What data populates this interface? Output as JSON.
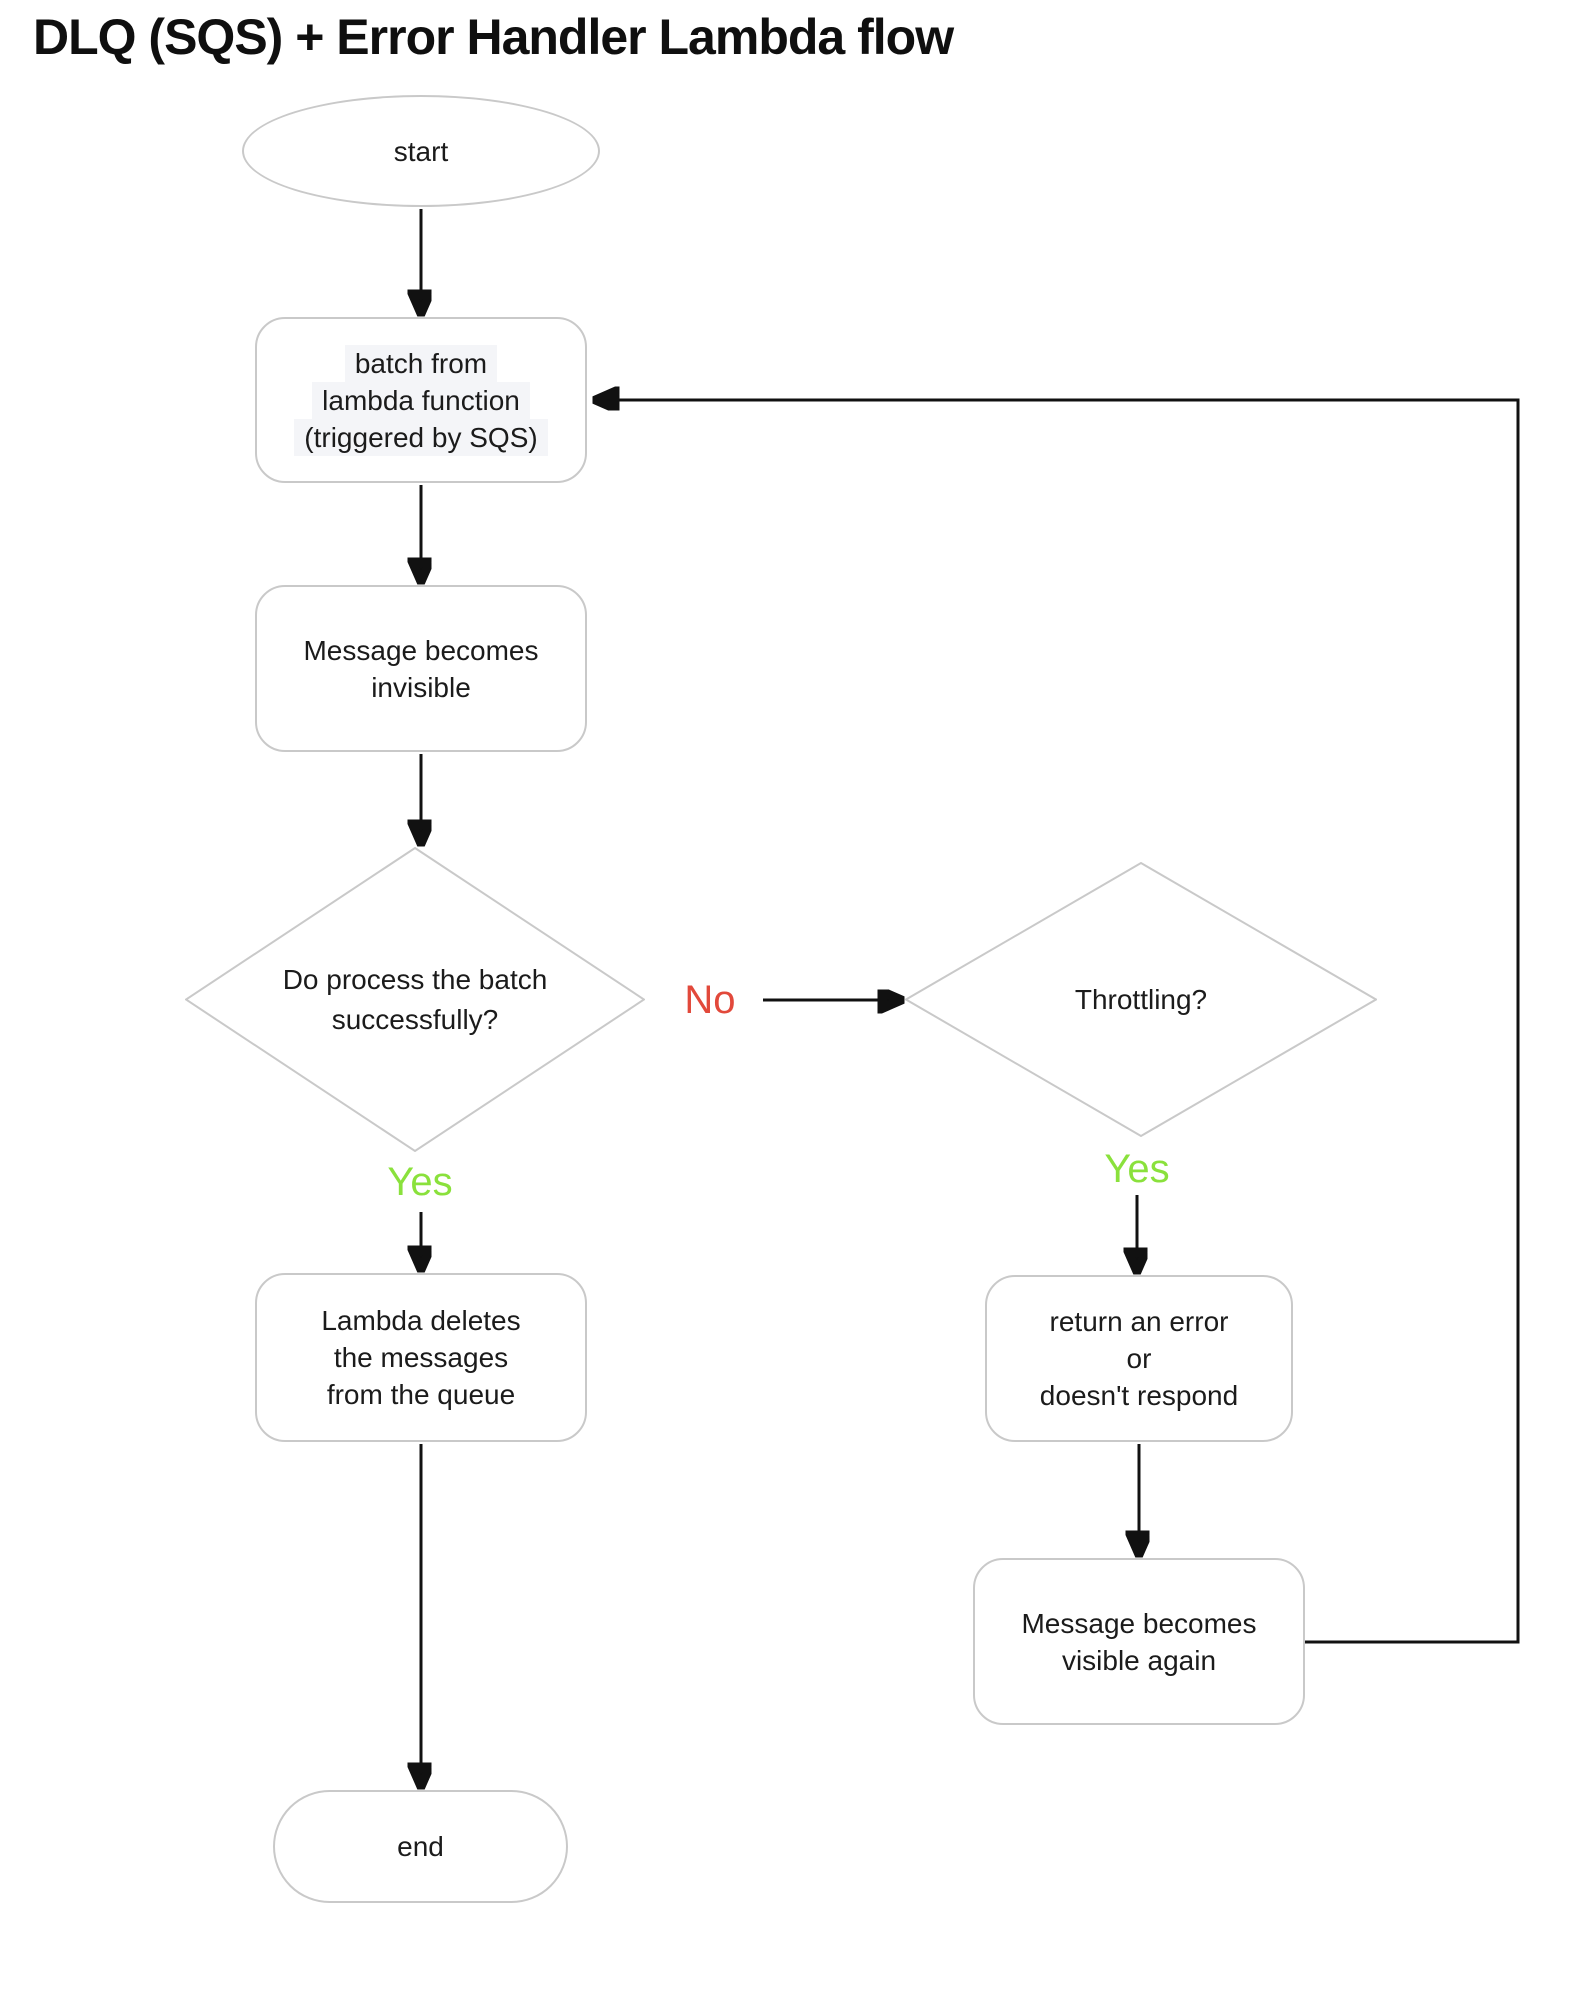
{
  "title": "DLQ (SQS) + Error Handler Lambda flow",
  "nodes": {
    "start": {
      "label": "start"
    },
    "batch": {
      "lines": [
        "batch from",
        "lambda function",
        "(triggered by SQS)"
      ]
    },
    "invisible": {
      "lines": [
        "Message becomes",
        "invisible"
      ]
    },
    "process_decision": {
      "lines": [
        "Do process the batch",
        "successfully?"
      ]
    },
    "throttling_decision": {
      "label": "Throttling?"
    },
    "deletes": {
      "lines": [
        "Lambda deletes",
        "the messages",
        "from the queue"
      ]
    },
    "returns_error": {
      "lines": [
        "return an error",
        "or",
        "doesn't respond"
      ]
    },
    "visible_again": {
      "lines": [
        "Message becomes",
        "visible again"
      ]
    },
    "end": {
      "label": "end"
    }
  },
  "edge_labels": {
    "no": "No",
    "yes_process": "Yes",
    "yes_throttling": "Yes"
  },
  "colors": {
    "yes_label": "#8ae13c",
    "no_label": "#e2493b",
    "shape_border": "#c9c9c9",
    "arrow": "#111111",
    "text": "#1b1b1b",
    "batch_text_highlight": "#f4f5f8"
  }
}
